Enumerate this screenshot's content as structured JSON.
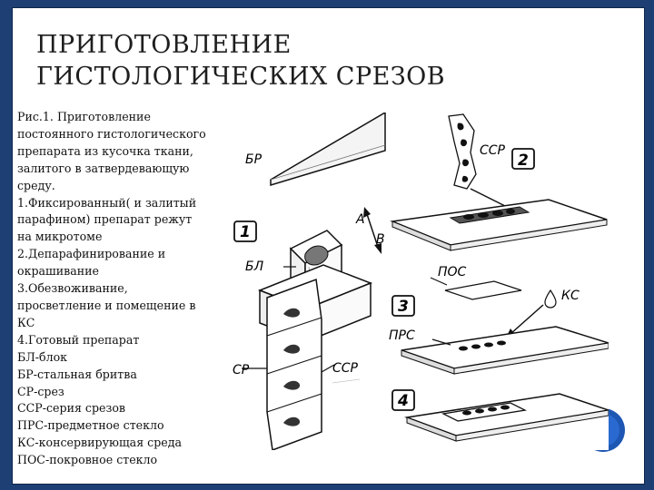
{
  "title": [
    "ПРИГОТОВЛЕНИЕ",
    "ГИСТОЛОГИЧЕСКИХ СРЕЗОВ"
  ],
  "caption": [
    "Рис.1. Приготовление",
    "постоянного гистологического",
    "препарата из кусочка ткани,",
    "залитого в затвердевающую",
    "среду.",
    "1.Фиксированный( и залитый",
    "парафином) препарат режут",
    "на микротоме",
    "2.Депарафинирование и",
    "окрашивание",
    "3.Обезвоживание,",
    "просветление и помещение в",
    "КС",
    "4.Готовый препарат",
    "БЛ-блок",
    "БР-стальная бритва",
    "СР-срез",
    "ССР-серия срезов",
    "ПРС-предметное стекло",
    "КС-консервирующая среда",
    "ПОС-покровное стекло"
  ],
  "figure": {
    "labels": {
      "br": "БР",
      "ssr": "ССР",
      "a": "А",
      "b": "В",
      "bl": "БЛ",
      "pos": "ПОС",
      "ks": "КС",
      "prs": "ПРС",
      "sr": "СР"
    },
    "steps": [
      "1",
      "2",
      "3",
      "4"
    ]
  },
  "colors": {
    "background": "#1d3f73",
    "accent": "#2a6ad0"
  }
}
